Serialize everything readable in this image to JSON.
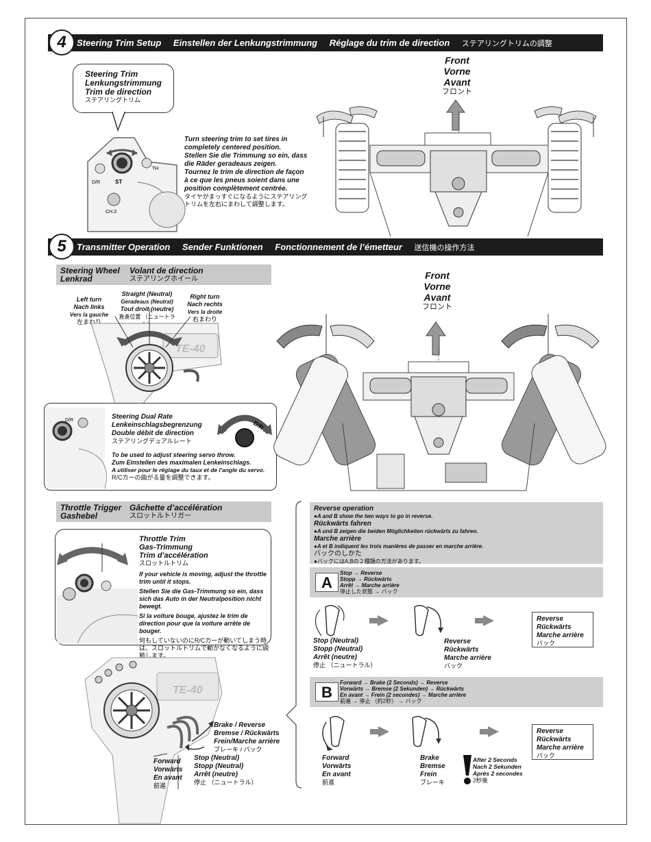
{
  "step4": {
    "number": "4",
    "title_en": "Steering Trim Setup",
    "title_de": "Einstellen der Lenkungstrimmung",
    "title_fr": "Réglage du trim de direction",
    "title_jp": "ステアリングトリムの調整",
    "callout": {
      "en": "Steering Trim",
      "de": "Lenkungstrimmung",
      "fr": "Trim de direction",
      "jp": "ステアリングトリム"
    },
    "tx_labels": {
      "th": "TH",
      "st": "ST",
      "dr": "D/R",
      "ch3": "CH.3",
      "dual": "D/R"
    },
    "instructions": {
      "en": "Turn steering trim to set tires in completely centered position.",
      "de": "Stellen Sie die Trimmung so ein, dass die Räder geradeaus zeigen.",
      "fr": "Tournez le trim de direction de façon à ce que les pneus soient dans une position complètement centrée.",
      "jp": "タイヤがまっすぐになるようにステアリングトリムを左右にまわして調整します。"
    },
    "front": {
      "en": "Front",
      "de": "Vorne",
      "fr": "Avant",
      "jp": "フロント"
    }
  },
  "step5": {
    "number": "5",
    "title_en": "Transmitter Operation",
    "title_de": "Sender Funktionen",
    "title_fr": "Fonctionnement de l’émetteur",
    "title_jp": "送信機の操作方法",
    "wheel_head": {
      "en": "Steering Wheel",
      "de": "Lenkrad",
      "fr": "Volant de direction",
      "jp": "ステアリングホイール"
    },
    "left_turn": {
      "en": "Left turn",
      "de": "Nach links",
      "fr": "Vers la gauche",
      "jp": "左まわり"
    },
    "straight": {
      "en": "Straight (Neutral)",
      "de": "Geradeaus (Neutral)",
      "fr": "Tout droit (neutre)",
      "jp": "直進位置 （ニュートラル）"
    },
    "right_turn": {
      "en": "Right turn",
      "de": "Nach rechts",
      "fr": "Vers la droite",
      "jp": "右まわり"
    },
    "tx_brand": "TE-40",
    "dual_rate": {
      "en": "Steering Dual Rate",
      "de": "Lenkeinschlagsbegrenzung",
      "fr": "Double débit de direction",
      "jp": "ステアリングデュアルレート",
      "desc_en": "To be used to adjust steering servo throw.",
      "desc_de": "Zum Einstellen des maximalen Lenkeinschlags.",
      "desc_fr": "A utiliser pour le réglage du taux et de l'angle du servo.",
      "desc_jp": "R/Cカーの曲がる量を調整できます。"
    },
    "front": {
      "en": "Front",
      "de": "Vorne",
      "fr": "Avant",
      "jp": "フロント"
    },
    "throttle_head": {
      "en": "Throttle Trigger",
      "de": "Gashebel",
      "fr": "Gâchette d’accélération",
      "jp": "スロットルトリガー"
    },
    "throttle_trim": {
      "en": "Throttle Trim",
      "de": "Gas-Trimmung",
      "fr": "Trim d’accélération",
      "jp": "スロットルトリム",
      "desc_en": "If your vehicle is moving, adjust the throttle trim until it stops.",
      "desc_de": "Stellen Sie die Gas-Trimmung so ein, dass sich das Auto in der Neutralposition nicht bewegt.",
      "desc_fr": "Si la voiture bouge, ajustez le trim de direction pour que la voiture arrête de bouger.",
      "desc_jp": "何もしていないのにR/Cカーが動いてしまう時は、スロットルトリムで動かなくなるように調節します。"
    },
    "brake": {
      "en": "Brake / Reverse",
      "de": "Bremse / Rückwärts",
      "fr": "Frein/Marche arrière",
      "jp": "ブレーキ / バック"
    },
    "forward": {
      "en": "Forward",
      "de": "Vorwärts",
      "fr": "En avant",
      "jp": "前進"
    },
    "stop": {
      "en": "Stop (Neutral)",
      "de": "Stopp (Neutral)",
      "fr": "Arrêt (neutre)",
      "jp": "停止 （ニュートラル）"
    },
    "reverse_op": {
      "en": "Reverse operation",
      "en_desc": "●A and B show the two ways to go in reverse.",
      "de": "Rückwärts fahren",
      "de_desc": "●A und B zeigen die beiden Möglichkeiten rückwärts zu fahren.",
      "fr": "Marche arrière",
      "fr_desc": "●A et B indiquent les trois manières de passer en marche arrière.",
      "jp": "バックのしかた",
      "jp_desc": "●バックにはA,Bの２種類の方法があります。"
    },
    "A": {
      "letter": "A",
      "line_en": "Stop → Reverse",
      "line_de": "Stopp → Rückwärts",
      "line_fr": "Arrêt → Marche arrière",
      "line_jp": "停止した状態 → バック",
      "stop": {
        "en": "Stop (Neutral)",
        "de": "Stopp (Neutral)",
        "fr": "Arrêt (neutre)",
        "jp": "停止 （ニュートラル）"
      },
      "reverse": {
        "en": "Reverse",
        "de": "Rückwärts",
        "fr": "Marche arrière",
        "jp": "バック"
      },
      "result": {
        "en": "Reverse",
        "de": "Rückwärts",
        "fr": "Marche arrière",
        "jp": "バック"
      }
    },
    "B": {
      "letter": "B",
      "line_en": "Forward → Brake (2 Seconds) → Reverse",
      "line_de": "Vorwärts → Bremse (2 Sekunden) → Rückwärts",
      "line_fr": "En avant → Frein (2 secondes) → Marche arrière",
      "line_jp": "前進 → 停止 （約2秒） → バック",
      "forward": {
        "en": "Forward",
        "de": "Vorwärts",
        "fr": "En avant",
        "jp": "前進"
      },
      "brake": {
        "en": "Brake",
        "de": "Bremse",
        "fr": "Frein",
        "jp": "ブレーキ"
      },
      "wait": {
        "en": "After 2 Seconds",
        "de": "Nach 2 Sekunden",
        "fr": "Après 2 secondes",
        "jp": "2秒後"
      },
      "result": {
        "en": "Reverse",
        "de": "Rückwärts",
        "fr": "Marche arrière",
        "jp": "バック"
      }
    }
  }
}
